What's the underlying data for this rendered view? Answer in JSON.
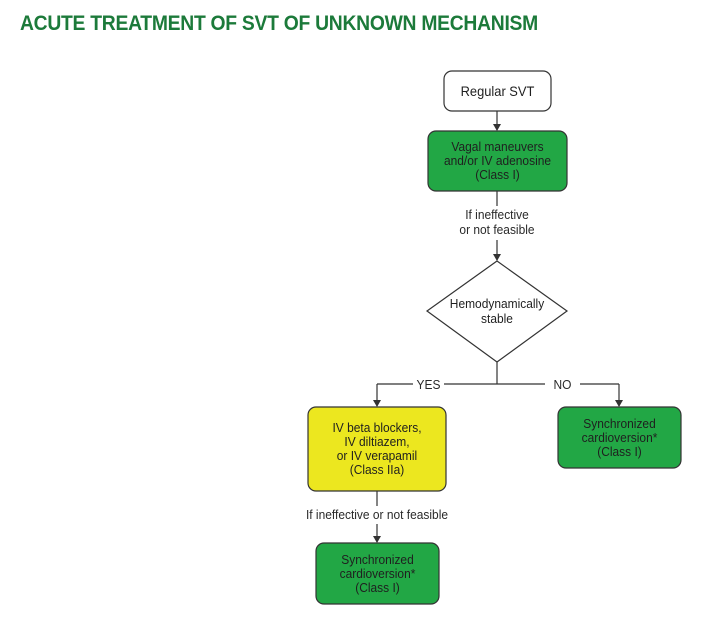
{
  "title": "ACUTE TREATMENT OF SVT OF UNKNOWN MECHANISM",
  "colors": {
    "title": "#1c7a3a",
    "green_fill": "#22a745",
    "yellow_fill": "#ece71f",
    "stroke": "#333333"
  },
  "nodes": {
    "regular_svt": "Regular SVT",
    "vagal": "Vagal maneuvers\nand/or IV adenosine\n(Class I)",
    "hemodynamically": "Hemodynamically\nstable",
    "beta_blockers": "IV beta blockers,\nIV diltiazem,\nor IV verapamil\n(Class IIa)",
    "cardioversion_right": "Synchronized\ncardioversion*\n(Class I)",
    "cardioversion_bottom": "Synchronized\ncardioversion*\n(Class I)"
  },
  "edges": {
    "ineffective_1": "If ineffective\nor not feasible",
    "yes": "YES",
    "no": "NO",
    "ineffective_2": "If ineffective or not feasible"
  }
}
